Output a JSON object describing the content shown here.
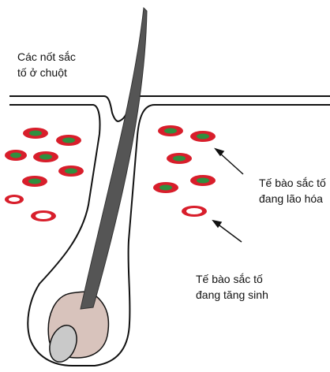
{
  "labels": {
    "mouse_spots": {
      "line1": "Các nốt sắc",
      "line2": "tố ở chuột"
    },
    "aging_cells": {
      "line1": "Tế bào sắc tố",
      "line2": "đang lão hóa"
    },
    "growing_cells": {
      "line1": "Tế bào sắc tố",
      "line2": "đang tăng sinh"
    }
  },
  "colors": {
    "outline": "#111111",
    "hair_shaft": "#555555",
    "bulb_fill": "#d8c3bc",
    "papilla_fill": "#c9c9c9",
    "cell_red": "#d81e2b",
    "cell_green": "#2f8f3f",
    "cell_white": "#ffffff"
  }
}
